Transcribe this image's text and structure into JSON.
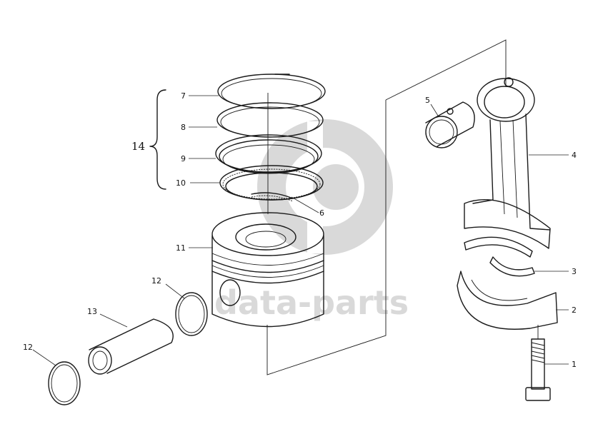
{
  "watermark": {
    "text": "data-parts",
    "color": "#d9d9d9"
  },
  "callouts": [
    {
      "id": "7",
      "label": "7"
    },
    {
      "id": "8",
      "label": "8"
    },
    {
      "id": "9",
      "label": "9"
    },
    {
      "id": "10",
      "label": "10"
    },
    {
      "id": "6",
      "label": "6"
    },
    {
      "id": "11",
      "label": "11"
    },
    {
      "id": "12a",
      "label": "12"
    },
    {
      "id": "13",
      "label": "13"
    },
    {
      "id": "12b",
      "label": "12"
    },
    {
      "id": "5",
      "label": "5"
    },
    {
      "id": "4",
      "label": "4"
    },
    {
      "id": "3",
      "label": "3"
    },
    {
      "id": "2",
      "label": "2"
    },
    {
      "id": "1",
      "label": "1"
    }
  ],
  "group": {
    "label": "14"
  }
}
